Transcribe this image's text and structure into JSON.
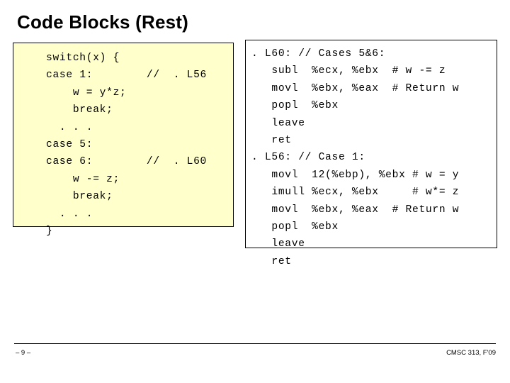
{
  "slide": {
    "title": "Code Blocks (Rest)",
    "footer_left": "– 9 –",
    "footer_right": "CMSC 313, F'09",
    "left_box": {
      "background_color": "#ffffcc",
      "border_color": "#000000",
      "code": "switch(x) {\ncase 1:        //  . L56\n    w = y*z;\n    break;\n  . . .\ncase 5:\ncase 6:        //  . L60\n    w -= z;\n    break;\n  . . .\n}"
    },
    "right_box": {
      "background_color": "#ffffff",
      "border_color": "#000000",
      "code": ". L60: // Cases 5&6:\n   subl  %ecx, %ebx  # w -= z\n   movl  %ebx, %eax  # Return w\n   popl  %ebx\n   leave\n   ret\n. L56: // Case 1:\n   movl  12(%ebp), %ebx # w = y\n   imull %ecx, %ebx     # w*= z\n   movl  %ebx, %eax  # Return w\n   popl  %ebx\n   leave\n   ret"
    }
  }
}
